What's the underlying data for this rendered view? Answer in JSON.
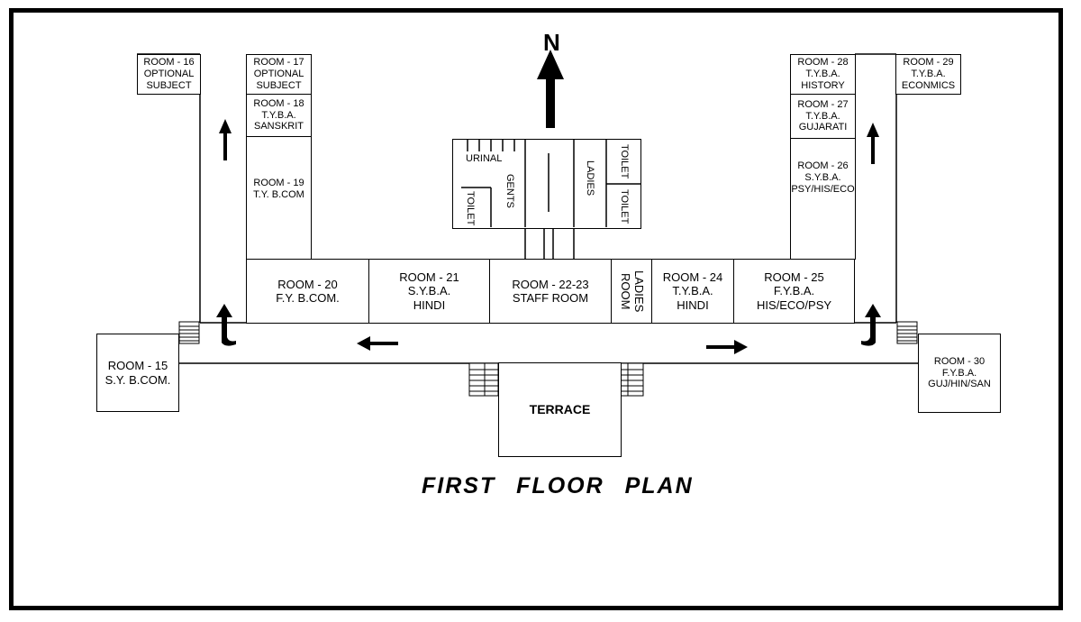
{
  "plan": {
    "title": "FIRST FLOOR PLAN",
    "north_label": "N",
    "terrace": "TERRACE",
    "rooms": {
      "r15": [
        "ROOM - 15",
        "S.Y. B.COM."
      ],
      "r16": [
        "ROOM - 16",
        "OPTIONAL",
        "SUBJECT"
      ],
      "r17": [
        "ROOM - 17",
        "OPTIONAL",
        "SUBJECT"
      ],
      "r18": [
        "ROOM - 18",
        "T.Y.B.A.",
        "SANSKRIT"
      ],
      "r19": [
        "ROOM - 19",
        "T.Y. B.COM"
      ],
      "r20": [
        "ROOM - 20",
        "F.Y. B.COM."
      ],
      "r21": [
        "ROOM - 21",
        "S.Y.B.A.",
        "HINDI"
      ],
      "r2223": [
        "ROOM - 22-23",
        "STAFF ROOM"
      ],
      "ladies_room": [
        "LADIES",
        "ROOM"
      ],
      "r24": [
        "ROOM - 24",
        "T.Y.B.A.",
        "HINDI"
      ],
      "r25": [
        "ROOM - 25",
        "F.Y.B.A.",
        "HIS/ECO/PSY"
      ],
      "r26": [
        "ROOM - 26",
        "S.Y.B.A.",
        "PSY/HIS/ECO"
      ],
      "r27": [
        "ROOM - 27",
        "T.Y.B.A.",
        "GUJARATI"
      ],
      "r28": [
        "ROOM - 28",
        "T.Y.B.A.",
        "HISTORY"
      ],
      "r29": [
        "ROOM - 29",
        "T.Y.B.A.",
        "ECONMICS"
      ],
      "r30": [
        "ROOM - 30",
        "F.Y.B.A.",
        "GUJ/HIN/SAN"
      ]
    },
    "toilet_block": {
      "urinal": "URINAL",
      "gents": "GENTS",
      "ladies": "LADIES",
      "toilet": "TOILET"
    }
  }
}
